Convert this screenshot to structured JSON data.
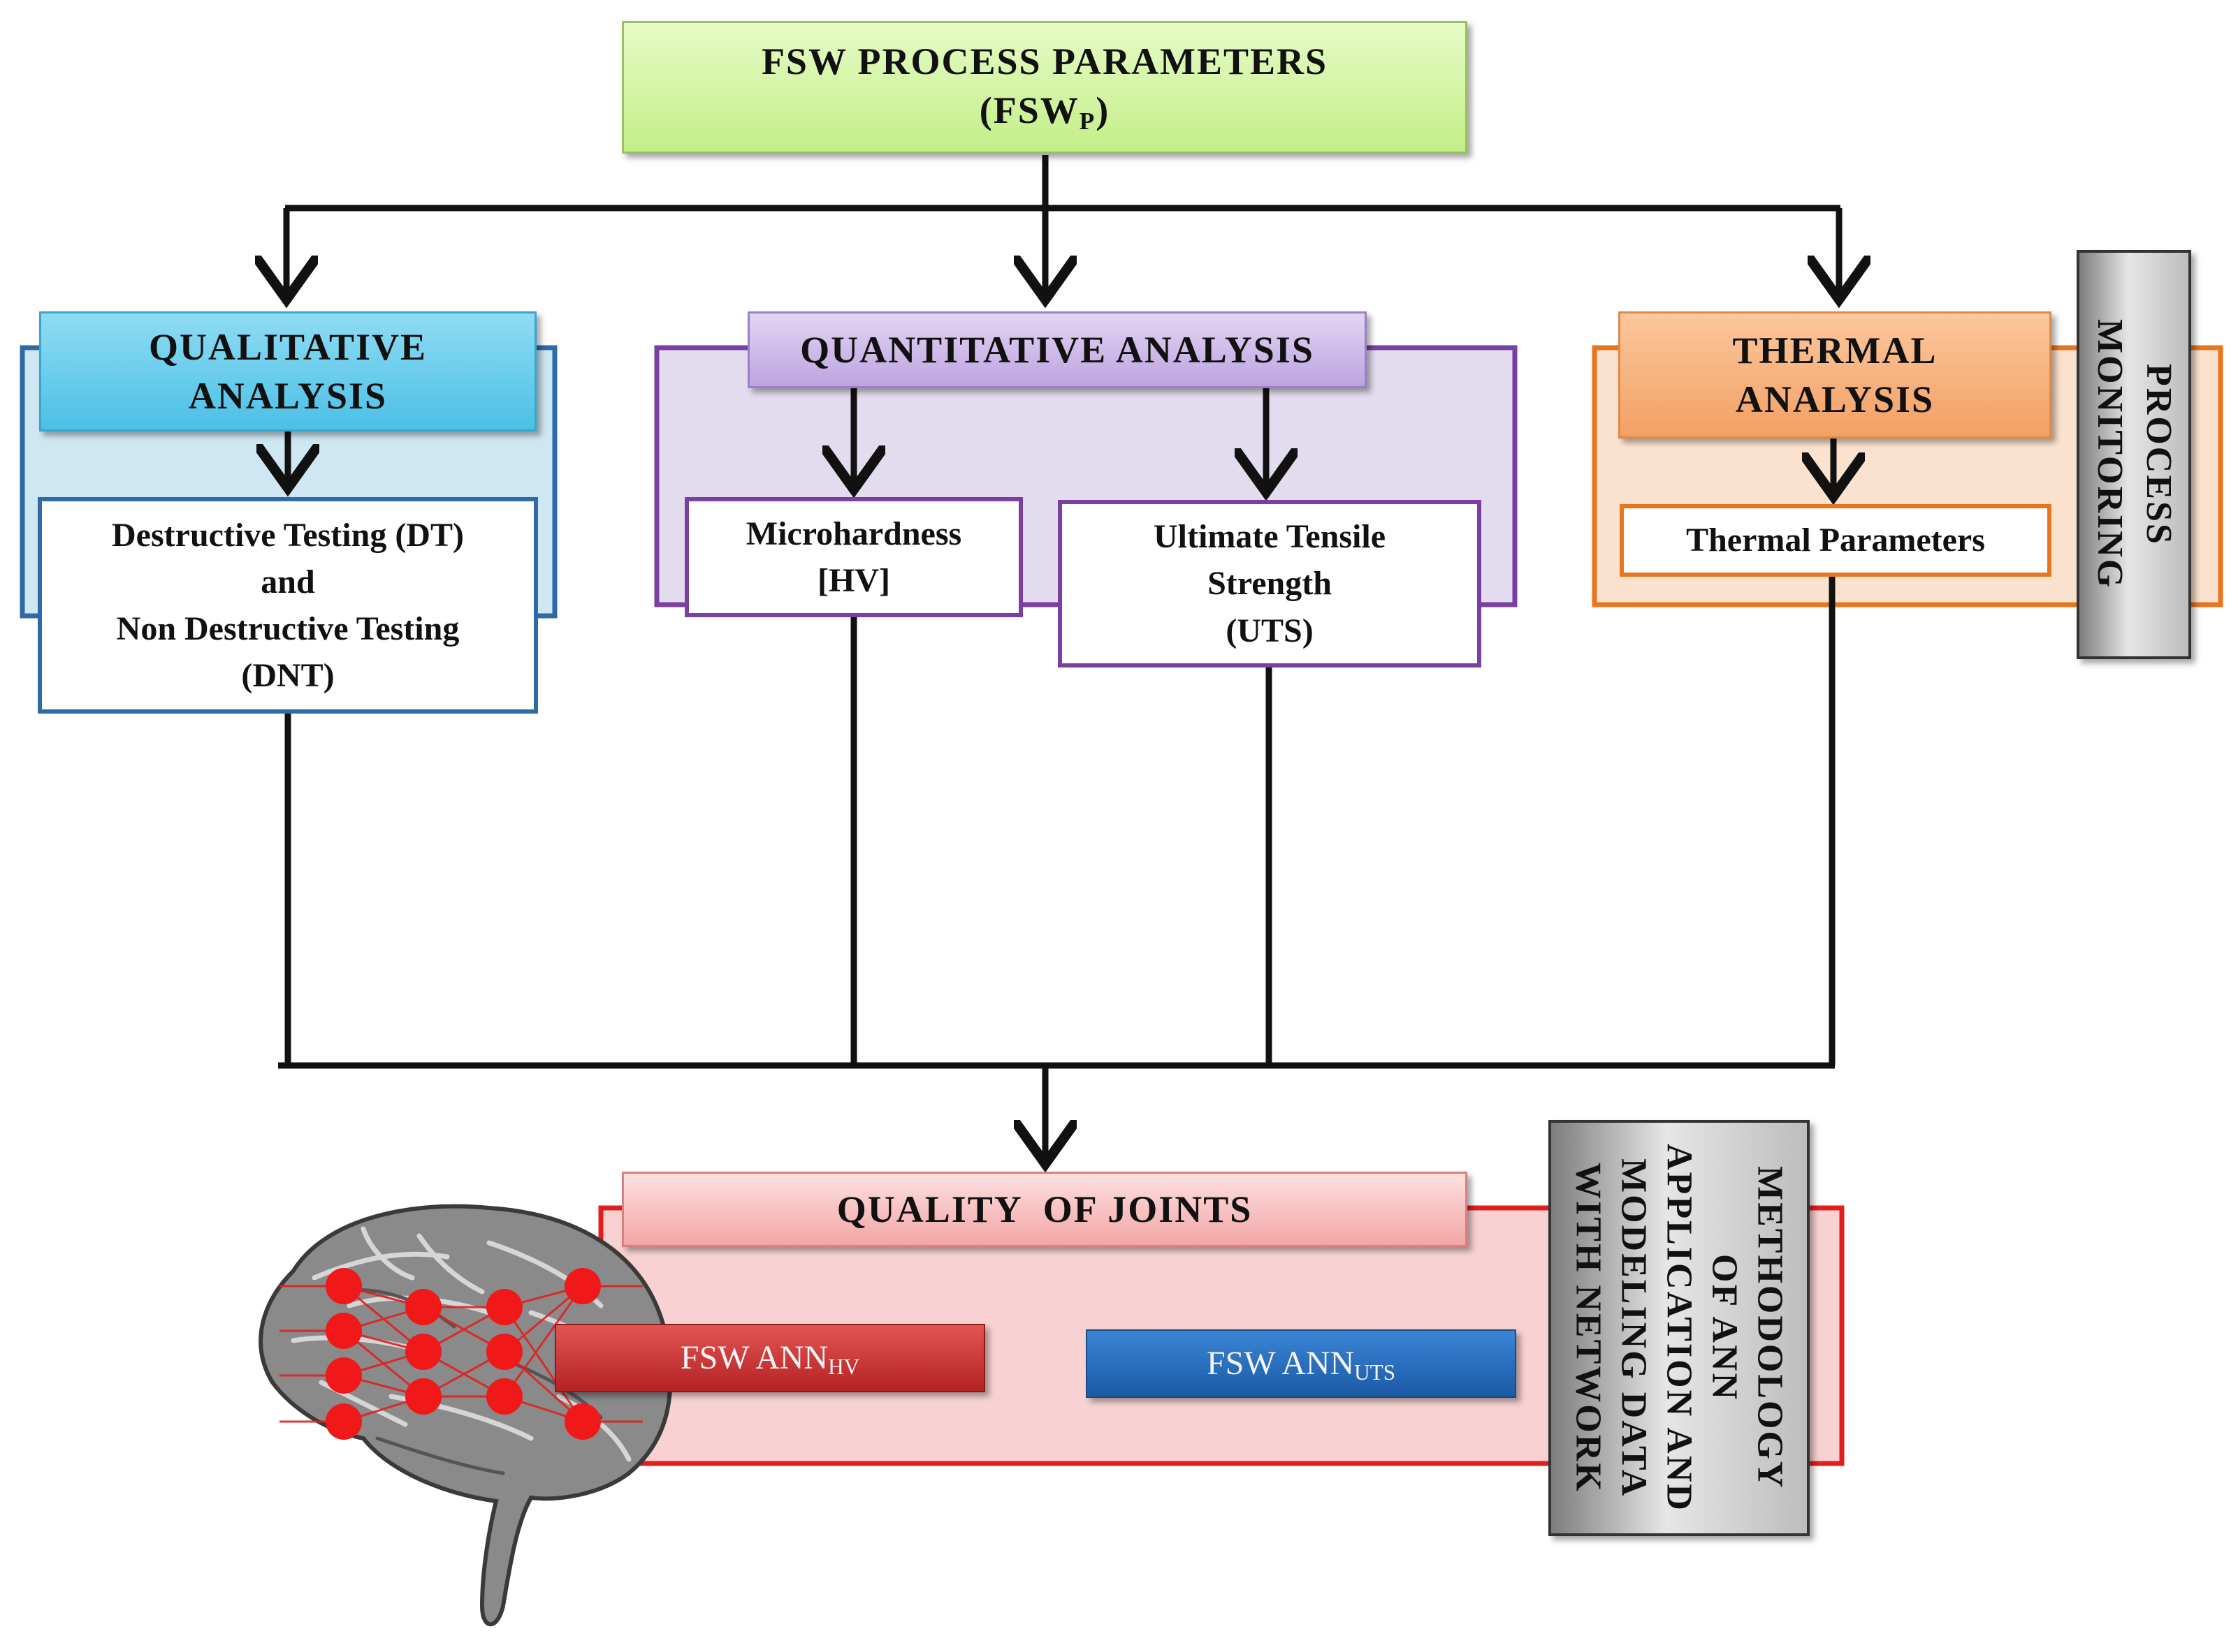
{
  "diagram": {
    "top": {
      "line1": "FSW PROCESS PARAMETERS",
      "line2_main": "(FSW",
      "line2_sub": "P",
      "line2_end": ")"
    },
    "qualitative": {
      "title": "QUALITATIVE\nANALYSIS",
      "detail": "Destructive Testing (DT)\nand\nNon Destructive Testing\n(DNT)"
    },
    "quantitative": {
      "title": "QUANTITATIVE ANALYSIS",
      "microhardness": "Microhardness\n[HV]",
      "uts": "Ultimate Tensile\nStrength\n(UTS)"
    },
    "thermal": {
      "title": "THERMAL\nANALYSIS",
      "detail": "Thermal Parameters"
    },
    "process_monitoring": "PROCESS\nMONITORING",
    "quality": "QUALITY  OF JOINTS",
    "ann_hv": {
      "main": "FSW ANN",
      "sub": "HV"
    },
    "ann_uts": {
      "main": "FSW ANN",
      "sub": "UTS"
    },
    "methodology": "METHODOLOGY\nOF ANN\nAPPLICATION AND\nMODELING DATA\nWITH NETWORK"
  },
  "colors": {
    "top_fill": "#cdf59a",
    "qualitative": "#5cc6e8",
    "quantitative": "#c9b3e6",
    "thermal": "#f5a66b",
    "quality": "#f5b3b3",
    "ann_hv": "#c93232",
    "ann_uts": "#1f63b3",
    "frame_blue": "#2f6aa8",
    "frame_purple": "#7a3fa0",
    "frame_orange": "#e8761e",
    "frame_red": "#e0201d"
  }
}
